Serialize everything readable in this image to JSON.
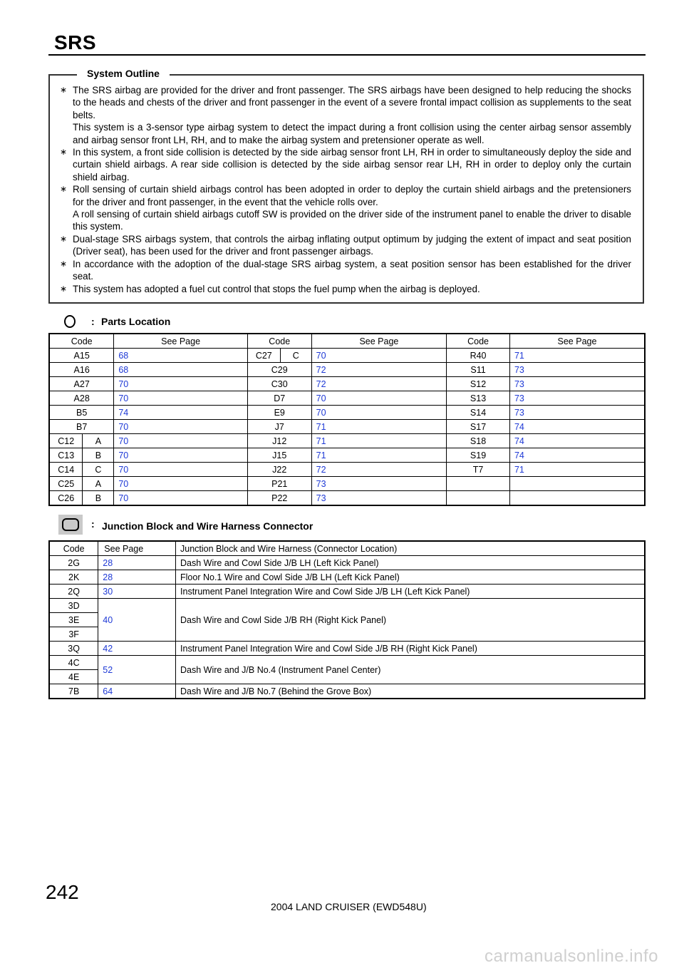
{
  "header": {
    "title": "SRS"
  },
  "outline": {
    "title": "System Outline",
    "items": [
      {
        "text": "The SRS airbag are provided for the driver and front passenger. The SRS airbags have been designed to help reducing the shocks to the heads and chests of the driver and front passenger in the event of a severe frontal impact collision as supplements to the seat belts.",
        "sub": "This system is a 3-sensor type airbag system to detect the impact during a front collision using the center airbag sensor assembly and airbag sensor front LH, RH, and to make the airbag system and pretensioner operate as well."
      },
      {
        "text": "In this system, a front side collision is detected by the side airbag sensor front LH, RH in order to simultaneously deploy the side and curtain shield airbags. A rear side collision is detected by the side airbag sensor rear LH, RH in order to deploy only the curtain shield airbag.",
        "sub": ""
      },
      {
        "text": "Roll sensing of curtain shield airbags control has been adopted in order to deploy the curtain shield airbags and the pretensioners for the driver and front passenger, in the event that the vehicle rolls over.",
        "sub": "A roll sensing of curtain shield airbags cutoff SW is provided on the driver side of the instrument panel to enable the driver to disable this system."
      },
      {
        "text": "Dual-stage SRS airbags system, that controls the airbag inflating output optimum by judging the extent of impact and seat position (Driver seat), has been used for the driver and front passenger airbags.",
        "sub": ""
      },
      {
        "text": "In accordance with the adoption of the dual-stage SRS airbag system, a seat position sensor has been established for the driver seat.",
        "sub": ""
      },
      {
        "text": "This system has adopted a fuel cut control that stops the fuel pump when the airbag is deployed.",
        "sub": ""
      }
    ],
    "bullet_mark": "∗"
  },
  "parts_location": {
    "colon": ":",
    "heading": "Parts Location",
    "headers": [
      "Code",
      "See Page",
      "Code",
      "See Page",
      "Code",
      "See Page"
    ],
    "rows": [
      [
        [
          "A15",
          ""
        ],
        "68",
        [
          "C27",
          "C"
        ],
        "70",
        "R40",
        "71"
      ],
      [
        [
          "A16",
          ""
        ],
        "68",
        [
          "C29",
          ""
        ],
        "72",
        "S11",
        "73"
      ],
      [
        [
          "A27",
          ""
        ],
        "70",
        [
          "C30",
          ""
        ],
        "72",
        "S12",
        "73"
      ],
      [
        [
          "A28",
          ""
        ],
        "70",
        [
          "D7",
          ""
        ],
        "70",
        "S13",
        "73"
      ],
      [
        [
          "B5",
          ""
        ],
        "74",
        [
          "E9",
          ""
        ],
        "70",
        "S14",
        "73"
      ],
      [
        [
          "B7",
          ""
        ],
        "70",
        [
          "J7",
          ""
        ],
        "71",
        "S17",
        "74"
      ],
      [
        [
          "C12",
          "A"
        ],
        "70",
        [
          "J12",
          ""
        ],
        "71",
        "S18",
        "74"
      ],
      [
        [
          "C13",
          "B"
        ],
        "70",
        [
          "J15",
          ""
        ],
        "71",
        "S19",
        "74"
      ],
      [
        [
          "C14",
          "C"
        ],
        "70",
        [
          "J22",
          ""
        ],
        "72",
        "T7",
        "71"
      ],
      [
        [
          "C25",
          "A"
        ],
        "70",
        [
          "P21",
          ""
        ],
        "73",
        "",
        ""
      ],
      [
        [
          "C26",
          "B"
        ],
        "70",
        [
          "P22",
          ""
        ],
        "73",
        "",
        ""
      ]
    ]
  },
  "junction": {
    "colon": ":",
    "heading": "Junction Block and Wire Harness Connector",
    "headers": [
      "Code",
      "See Page",
      "Junction Block and Wire Harness (Connector Location)"
    ],
    "groups": [
      {
        "codes": [
          "2G"
        ],
        "page": "28",
        "desc": "Dash Wire and Cowl Side J/B LH (Left Kick Panel)"
      },
      {
        "codes": [
          "2K"
        ],
        "page": "28",
        "desc": "Floor No.1 Wire and Cowl Side J/B LH (Left Kick Panel)"
      },
      {
        "codes": [
          "2Q"
        ],
        "page": "30",
        "desc": "Instrument Panel Integration Wire and Cowl Side J/B LH (Left Kick Panel)"
      },
      {
        "codes": [
          "3D",
          "3E",
          "3F"
        ],
        "page": "40",
        "desc": "Dash Wire and Cowl Side J/B RH (Right Kick Panel)"
      },
      {
        "codes": [
          "3Q"
        ],
        "page": "42",
        "desc": "Instrument Panel Integration Wire and Cowl Side J/B RH (Right Kick Panel)"
      },
      {
        "codes": [
          "4C",
          "4E"
        ],
        "page": "52",
        "desc": "Dash Wire and J/B No.4 (Instrument Panel Center)"
      },
      {
        "codes": [
          "7B"
        ],
        "page": "64",
        "desc": "Dash Wire and J/B No.7 (Behind the Grove Box)"
      }
    ]
  },
  "footer": {
    "page_number": "242",
    "model": "2004 LAND CRUISER (EWD548U)",
    "watermark": "carmanualsonline.info"
  },
  "colors": {
    "link": "#1f3ad6",
    "icon_fill": "#c9c9c9"
  }
}
